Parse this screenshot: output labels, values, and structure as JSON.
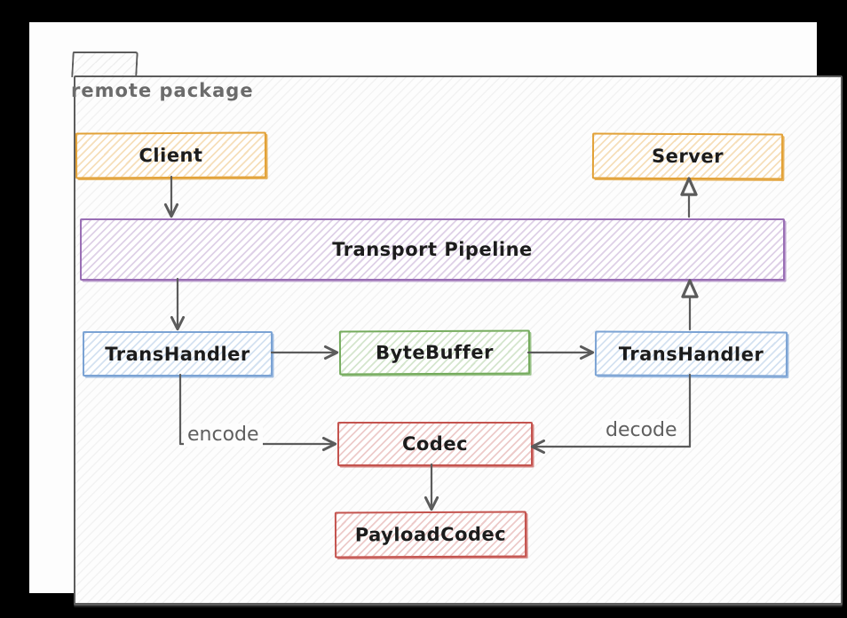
{
  "package": {
    "title": "remote package"
  },
  "nodes": {
    "client": {
      "label": "Client",
      "color": "#e2a136"
    },
    "server": {
      "label": "Server",
      "color": "#e2a136"
    },
    "pipeline": {
      "label": "Transport Pipeline",
      "color": "#9a6fb5"
    },
    "th_left": {
      "label": "TransHandler",
      "color": "#7ba3d4"
    },
    "bytebuffer": {
      "label": "ByteBuffer",
      "color": "#74ab5c"
    },
    "th_right": {
      "label": "TransHandler",
      "color": "#7ba3d4"
    },
    "codec": {
      "label": "Codec",
      "color": "#c4534e"
    },
    "payloadcodec": {
      "label": "PayloadCodec",
      "color": "#c4534e"
    }
  },
  "edges": [
    {
      "from": "Client",
      "to": "Transport Pipeline",
      "label": ""
    },
    {
      "from": "Transport Pipeline",
      "to": "TransHandler (left)",
      "label": ""
    },
    {
      "from": "TransHandler (left)",
      "to": "ByteBuffer",
      "label": ""
    },
    {
      "from": "ByteBuffer",
      "to": "TransHandler (right)",
      "label": ""
    },
    {
      "from": "TransHandler (right)",
      "to": "Transport Pipeline",
      "label": ""
    },
    {
      "from": "Transport Pipeline",
      "to": "Server",
      "label": ""
    },
    {
      "from": "TransHandler (left)",
      "to": "Codec",
      "label": "encode"
    },
    {
      "from": "TransHandler (right)",
      "to": "Codec",
      "label": "decode"
    },
    {
      "from": "Codec",
      "to": "PayloadCodec",
      "label": ""
    }
  ],
  "colors": {
    "frame": "#000000",
    "canvas": "#fdfdfd",
    "package_stroke": "#5c5c5c",
    "package_title_text": "#6b6b6b",
    "node_label_text": "#1c1c1c",
    "edge_stroke": "#5b5b5b",
    "edge_label_text": "#5f5f5f"
  }
}
